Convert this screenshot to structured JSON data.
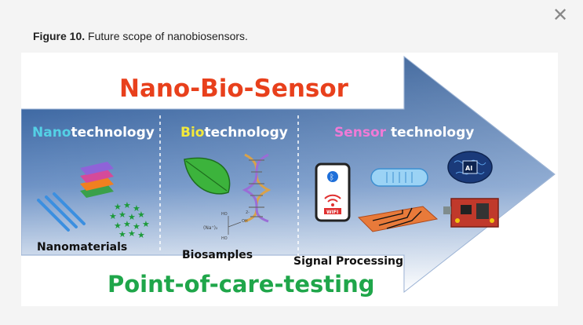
{
  "dialog": {
    "close_icon": "close-icon",
    "caption_label": "Figure 10.",
    "caption_text": " Future scope of nanobiosensors."
  },
  "figure": {
    "title_top": "Nano-Bio-Sensor",
    "title_bottom": "Point-of-care-testing",
    "sections": [
      {
        "prefix": "Nano",
        "suffix": "technology",
        "sublabel": "Nanomaterials"
      },
      {
        "prefix": "Bio",
        "suffix": "technology",
        "sublabel": "Biosamples"
      },
      {
        "prefix": "Sensor",
        "suffix": " technology",
        "sublabel": "Signal Processing"
      }
    ],
    "phone_wifi": "WIFI",
    "chip_label": "AI",
    "molecule": {
      "formula": "(Na⁺)₂",
      "charge": "2-",
      "ho_top": "HO",
      "ho_bottom": "HO",
      "oh": "OH"
    },
    "colors": {
      "arrow_dark": "#1f4d8c",
      "arrow_light": "#ffffff",
      "title_top": "#e8401c",
      "title_bottom": "#1fa64a",
      "nano_prefix": "#54d1e6",
      "bio_prefix": "#f3e93a",
      "sensor_prefix": "#f07ad6"
    }
  }
}
